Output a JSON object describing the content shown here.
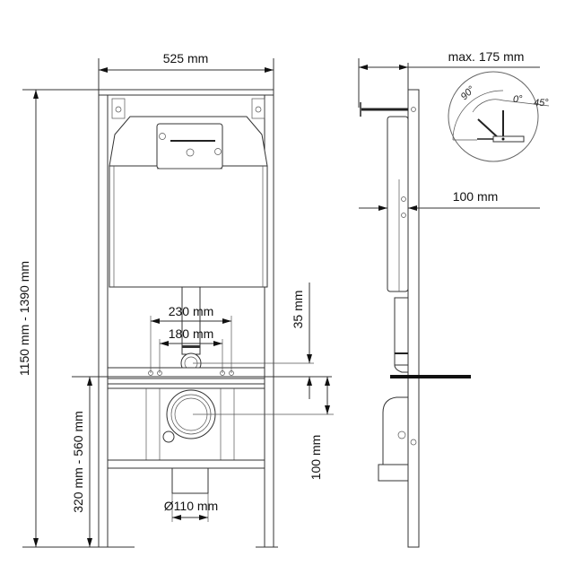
{
  "front_view": {
    "width_label": "525 mm",
    "height_label": "1150 mm - 1390 mm",
    "fixing_height_label": "320 mm - 560 mm",
    "bolt_spacing_outer_label": "230 mm",
    "bolt_spacing_inner_label": "180 mm",
    "inlet_offset_label": "35 mm",
    "outlet_offset_label": "100 mm",
    "drain_diameter_label": "Ø110 mm"
  },
  "side_view": {
    "depth_label": "max. 175 mm",
    "cistern_depth_label": "100 mm",
    "angle_labels": [
      "90°",
      "0°",
      "45°"
    ]
  },
  "colors": {
    "line": "#333333",
    "background": "#ffffff",
    "bar": "#111111"
  }
}
